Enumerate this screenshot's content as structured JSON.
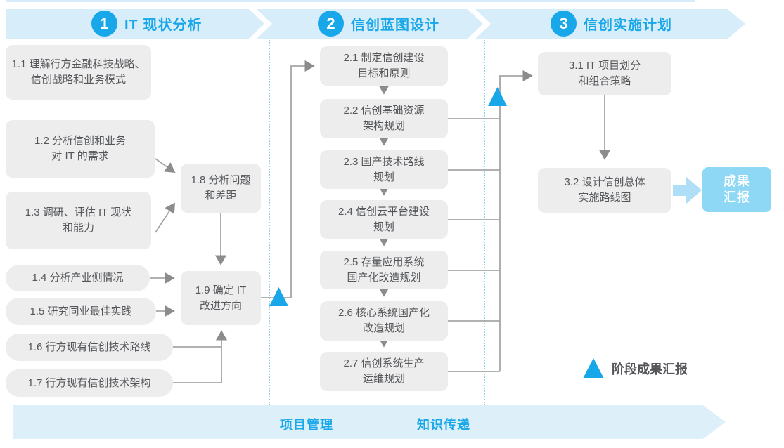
{
  "phases": [
    {
      "number": "1",
      "title": "IT 现状分析"
    },
    {
      "number": "2",
      "title": "信创蓝图设计"
    },
    {
      "number": "3",
      "title": "信创实施计划"
    }
  ],
  "nodes": {
    "n1_1": "1.1 理解行方金融科技战略、\n信创战略和业务模式",
    "n1_2": "1.2 分析信创和业务\n对 IT 的需求",
    "n1_3": "1.3 调研、评估 IT 现状\n和能力",
    "n1_4": "1.4 分析产业侧情况",
    "n1_5": "1.5 研究同业最佳实践",
    "n1_6": "1.6 行方现有信创技术路线",
    "n1_7": "1.7 行方现有信创技术架构",
    "n1_8": "1.8 分析问题\n和差距",
    "n1_9": "1.9 确定 IT\n改进方向",
    "n2_1": "2.1 制定信创建设\n目标和原则",
    "n2_2": "2.2 信创基础资源\n架构规划",
    "n2_3": "2.3 国产技术路线\n规划",
    "n2_4": "2.4 信创云平台建设\n规划",
    "n2_5": "2.5 存量应用系统\n国产化改造规划",
    "n2_6": "2.6 核心系统国产化\n改造规划",
    "n2_7": "2.7 信创系统生产\n运维规划",
    "n3_1": "3.1 IT 项目划分\n和组合策略",
    "n3_2": "3.2 设计信创总体\n实施路线图",
    "result": "成果\n汇报"
  },
  "legend": {
    "label": "阶段成果汇报"
  },
  "footer": {
    "items": [
      "项目管理",
      "知识传递"
    ]
  },
  "colors": {
    "accent_blue": "#18a7e8",
    "banner_bg": "#d8edfa",
    "node_bg": "#ededed",
    "node_text": "#54565a",
    "connector_gray": "#a0a0a0",
    "result_bg": "#8ed8f5",
    "footer_bg": "#ddf0fa",
    "dotted_blue": "#8fd2ef"
  }
}
